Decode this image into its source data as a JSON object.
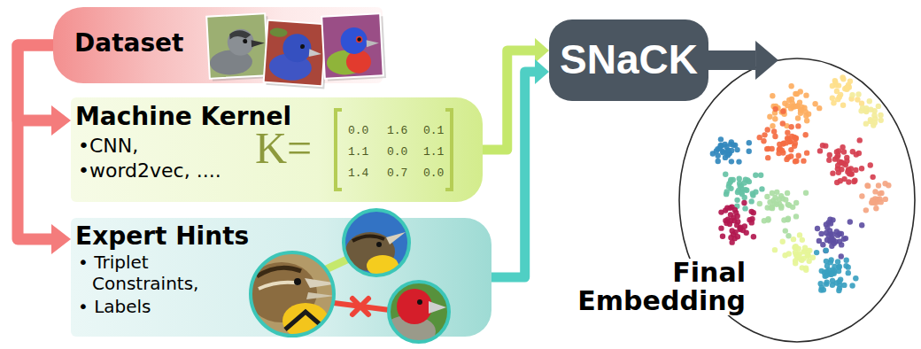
{
  "diagram": {
    "nodes": [
      {
        "text": [
          "Dataset"
        ]
      },
      {
        "text": [
          "Machine Kernel",
          "•CNN,",
          "•word2vec, ...."
        ]
      },
      {
        "text": [
          "Expert Hints",
          "• Triplet Constraints,",
          "• Labels"
        ]
      },
      {
        "text": [
          "SNaCK"
        ]
      },
      {
        "text": [
          "Final Embedding"
        ]
      }
    ],
    "edges": [
      {
        "from": 0,
        "to": 1,
        "arrow": "to"
      },
      {
        "from": 0,
        "to": 2,
        "arrow": "to"
      },
      {
        "from": 1,
        "to": 3,
        "arrow": "to"
      },
      {
        "from": 2,
        "to": 3,
        "arrow": "to"
      },
      {
        "from": 3,
        "to": 4,
        "arrow": "to"
      }
    ],
    "labels": [
      "K=",
      "0.0",
      "1.6",
      "0.1",
      "1.1",
      "0.0",
      "1.1",
      "1.4",
      "0.7",
      "0.0"
    ]
  }
}
